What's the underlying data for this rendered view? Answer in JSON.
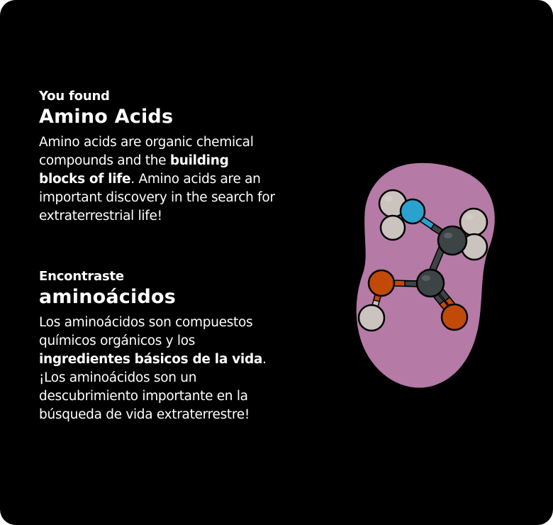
{
  "english": {
    "kicker": "You found",
    "title": "Amino Acids",
    "body_before": "Amino acids are organic chemical compounds and the ",
    "body_bold": "building blocks of life",
    "body_after": ". Amino acids are an important discovery in the search for extraterrestrial life!"
  },
  "spanish": {
    "kicker": "Encontraste",
    "title": "aminoácidos",
    "body_before": "Los aminoácidos son compuestos químicos orgánicos y los ",
    "body_bold": "ingredientes básicos de la vida",
    "body_after": ". ¡Los aminoácidos son un descubrimiento importante en la búsqueda de vida extraterrestre!"
  },
  "colors": {
    "background": "#000000",
    "blob": "#b57aa6",
    "hydrogen": "#cbc3bd",
    "carbon": "#3d4446",
    "nitrogen": "#2aa2cd",
    "oxygen": "#c14a09"
  }
}
